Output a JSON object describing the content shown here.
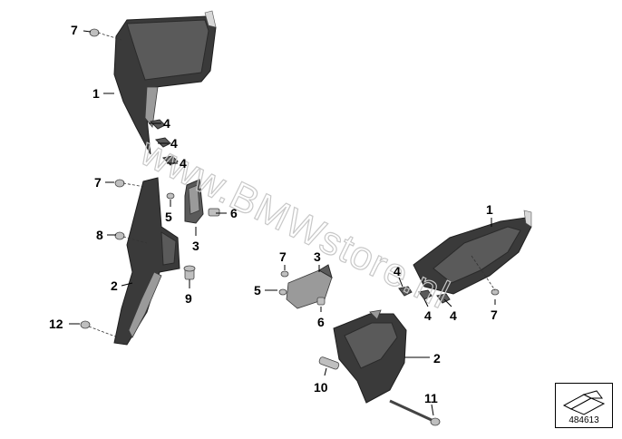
{
  "watermark": "www.BMWstore.nl",
  "catalog_number": "484613",
  "callouts": [
    {
      "id": "c7a",
      "label": "7"
    },
    {
      "id": "c1a",
      "label": "1"
    },
    {
      "id": "c4a",
      "label": "4"
    },
    {
      "id": "c4b",
      "label": "4"
    },
    {
      "id": "c4c",
      "label": "4"
    },
    {
      "id": "c7b",
      "label": "7"
    },
    {
      "id": "c5a",
      "label": "5"
    },
    {
      "id": "c6a",
      "label": "6"
    },
    {
      "id": "c3a",
      "label": "3"
    },
    {
      "id": "c8a",
      "label": "8"
    },
    {
      "id": "c2a",
      "label": "2"
    },
    {
      "id": "c9a",
      "label": "9"
    },
    {
      "id": "c12a",
      "label": "12"
    },
    {
      "id": "c7c",
      "label": "7"
    },
    {
      "id": "c3b",
      "label": "3"
    },
    {
      "id": "c5b",
      "label": "5"
    },
    {
      "id": "c6b",
      "label": "6"
    },
    {
      "id": "c1b",
      "label": "1"
    },
    {
      "id": "c4d",
      "label": "4"
    },
    {
      "id": "c4e",
      "label": "4"
    },
    {
      "id": "c4f",
      "label": "4"
    },
    {
      "id": "c7d",
      "label": "7"
    },
    {
      "id": "c2b",
      "label": "2"
    },
    {
      "id": "c10a",
      "label": "10"
    },
    {
      "id": "c11a",
      "label": "11"
    }
  ]
}
